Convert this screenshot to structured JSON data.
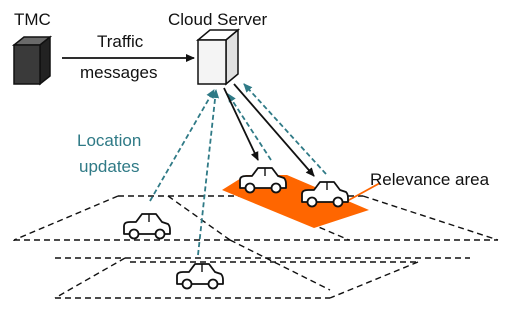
{
  "labels": {
    "tmc": "TMC",
    "cloud_server": "Cloud Server",
    "traffic_line1": "Traffic",
    "traffic_line2": "messages",
    "location_line1": "Location",
    "location_line2": "updates",
    "relevance_area": "Relevance area"
  },
  "colors": {
    "relevance_area": "#ff6600",
    "location_arrow": "#2f7a86",
    "tmc_box": "#3a3a3a",
    "server_box": "#f4f4f4"
  },
  "icons": {
    "tmc": "dark-server-box",
    "cloud_server": "light-server-box",
    "vehicles": "car-outline"
  }
}
